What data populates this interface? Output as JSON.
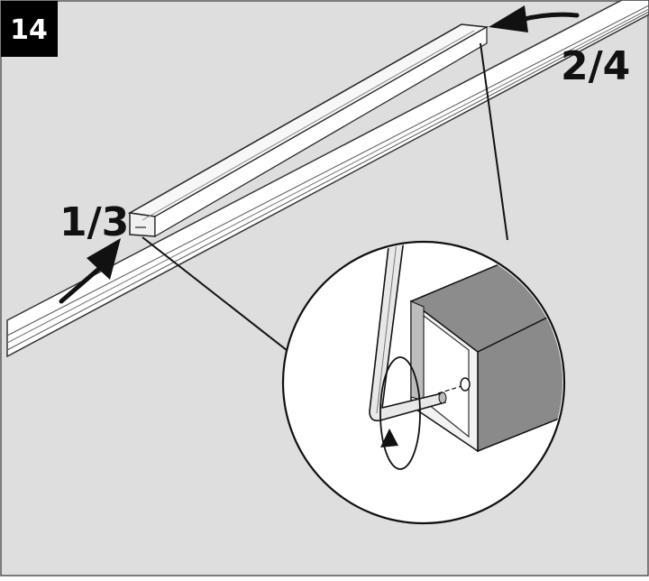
{
  "step": {
    "number": "14"
  },
  "callouts": {
    "left_label": "1/3",
    "right_label": "2/4"
  },
  "colors": {
    "background": "#dedede",
    "step_badge": "#000000",
    "step_text": "#ffffff",
    "profile_face": "#8c8c8c",
    "profile_side": "#bdbdbd",
    "rail": "#ffffff",
    "outline": "#1a1a1a"
  },
  "icons": {
    "step_badge": "square-badge",
    "left_arrow": "arrow-up-right-icon",
    "right_arrow": "arrow-left-icon",
    "hex_key": "allen-key-icon",
    "rotate": "rotation-arrow-icon"
  }
}
